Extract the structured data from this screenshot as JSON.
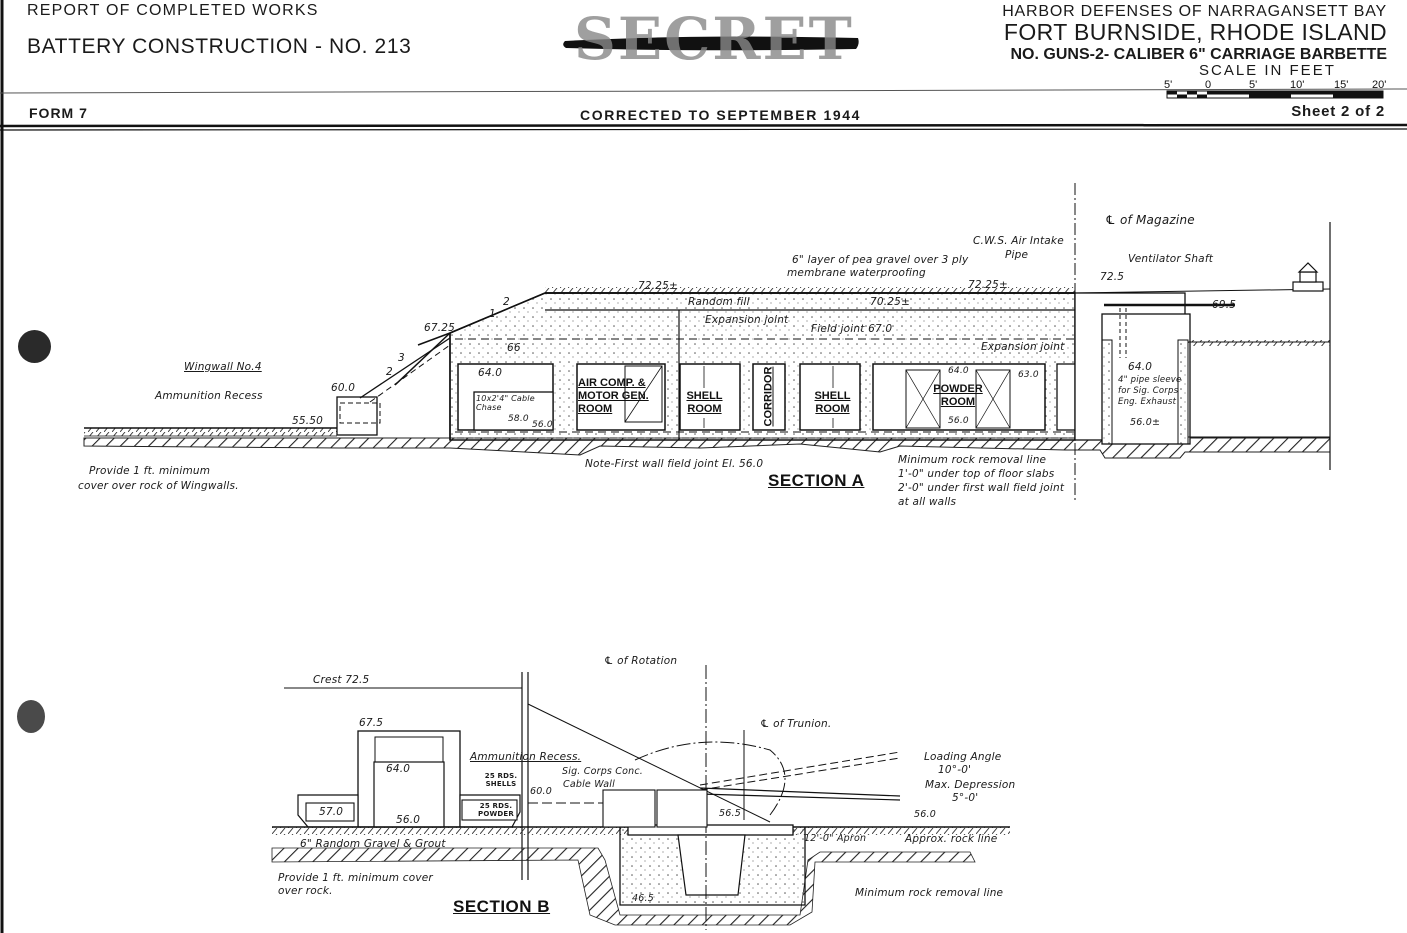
{
  "header": {
    "report_line": "REPORT OF COMPLETED WORKS",
    "battery_line": "BATTERY CONSTRUCTION - NO. 213",
    "form": "FORM 7",
    "classification": "SECRET",
    "corrected": "CORRECTED TO SEPTEMBER 1944",
    "harbor": "HARBOR DEFENSES OF NARRAGANSETT BAY",
    "fort": "FORT BURNSIDE, RHODE ISLAND",
    "guns": "NO. GUNS-2- CALIBER 6\" CARRIAGE BARBETTE",
    "scale_title": "SCALE IN FEET",
    "scale_ticks": [
      "5'",
      "0",
      "5'",
      "10'",
      "15'",
      "20'"
    ],
    "sheet": "Sheet 2 of 2"
  },
  "section_a": {
    "title": "SECTION A",
    "rooms": {
      "air_comp": [
        "AIR COMP. &",
        "MOTOR GEN.",
        "ROOM"
      ],
      "shell_1": [
        "SHELL",
        "ROOM"
      ],
      "corridor": "CORRIDOR",
      "shell_2": [
        "SHELL",
        "ROOM"
      ],
      "powder": [
        "POWDER",
        "ROOM"
      ]
    },
    "labels": {
      "wingwall": "Wingwall No.4",
      "ammo_recess": "Ammunition Recess",
      "provide_cover_1": "Provide 1 ft. minimum",
      "provide_cover_2": "cover over rock of Wingwalls.",
      "cable_chase_1": "10x2'4\" Cable",
      "cable_chase_2": "Chase",
      "random_fill": "Random fill",
      "expansion_joint": "Expansion joint",
      "field_joint": "Field joint 67.0",
      "expansion_joint_2": "Expansion joint",
      "pea_gravel_1": "6\" layer of pea gravel over 3 ply",
      "pea_gravel_2": "membrane waterproofing",
      "cws_1": "C.W.S. Air Intake",
      "cws_2": "Pipe",
      "magazine_cl": "℄ of Magazine",
      "ventilator": "Ventilator Shaft",
      "pipe_sleeve_1": "4\" pipe sleeve",
      "pipe_sleeve_2": "for Sig. Corps",
      "pipe_sleeve_3": "Eng. Exhaust",
      "note_field_joint": "Note-First wall field joint El. 56.0",
      "rock_removal_1": "Minimum rock removal line",
      "rock_removal_2": "1'-0\" under top of floor slabs",
      "rock_removal_3": "2'-0\" under first wall field joint",
      "rock_removal_4": "at all walls",
      "slope_1": "1",
      "slope_2": "2",
      "slope_3": "2",
      "slope_4": "3"
    },
    "elevations": {
      "e6725": "67.25",
      "e66": "66",
      "e640a": "64.0",
      "e600": "60.0",
      "e5550": "55.50",
      "e580": "58.0",
      "e560a": "56.0",
      "e7225a": "72.25±",
      "e7025": "70.25±",
      "e7225b": "72.25±",
      "e640b": "64.0",
      "e630": "63.0",
      "e560b": "56.0",
      "e725": "72.5",
      "e695": "69.5",
      "e640c": "64.0",
      "e560c": "56.0±"
    }
  },
  "section_b": {
    "title": "SECTION B",
    "labels": {
      "crest": "Crest 72.5",
      "rotation_cl": "℄ of Rotation",
      "trunion_cl": "℄ of Trunion.",
      "ammo_recess": "Ammunition Recess.",
      "shells": "25 RDS. SHELLS",
      "powder": "25 RDS. POWDER",
      "sig_corps_1": "Sig. Corps Conc.",
      "sig_corps_2": "Cable Wall",
      "loading_angle_1": "Loading Angle",
      "loading_angle_2": "10°-0'",
      "max_dep_1": "Max. Depression",
      "max_dep_2": "5°-0'",
      "random_gravel": "6\" Random Gravel & Grout",
      "provide_cover_1": "Provide 1 ft. minimum cover",
      "provide_cover_2": "over rock.",
      "apron": "12'-0\" Apron",
      "rock_line": "Approx. rock line",
      "rock_removal": "Minimum rock removal line"
    },
    "elevations": {
      "e675": "67.5",
      "e640": "64.0",
      "e570": "57.0",
      "e560": "56.0",
      "e600": "60.0",
      "e565": "56.5",
      "e560b": "56.0",
      "e465": "46.5"
    }
  }
}
